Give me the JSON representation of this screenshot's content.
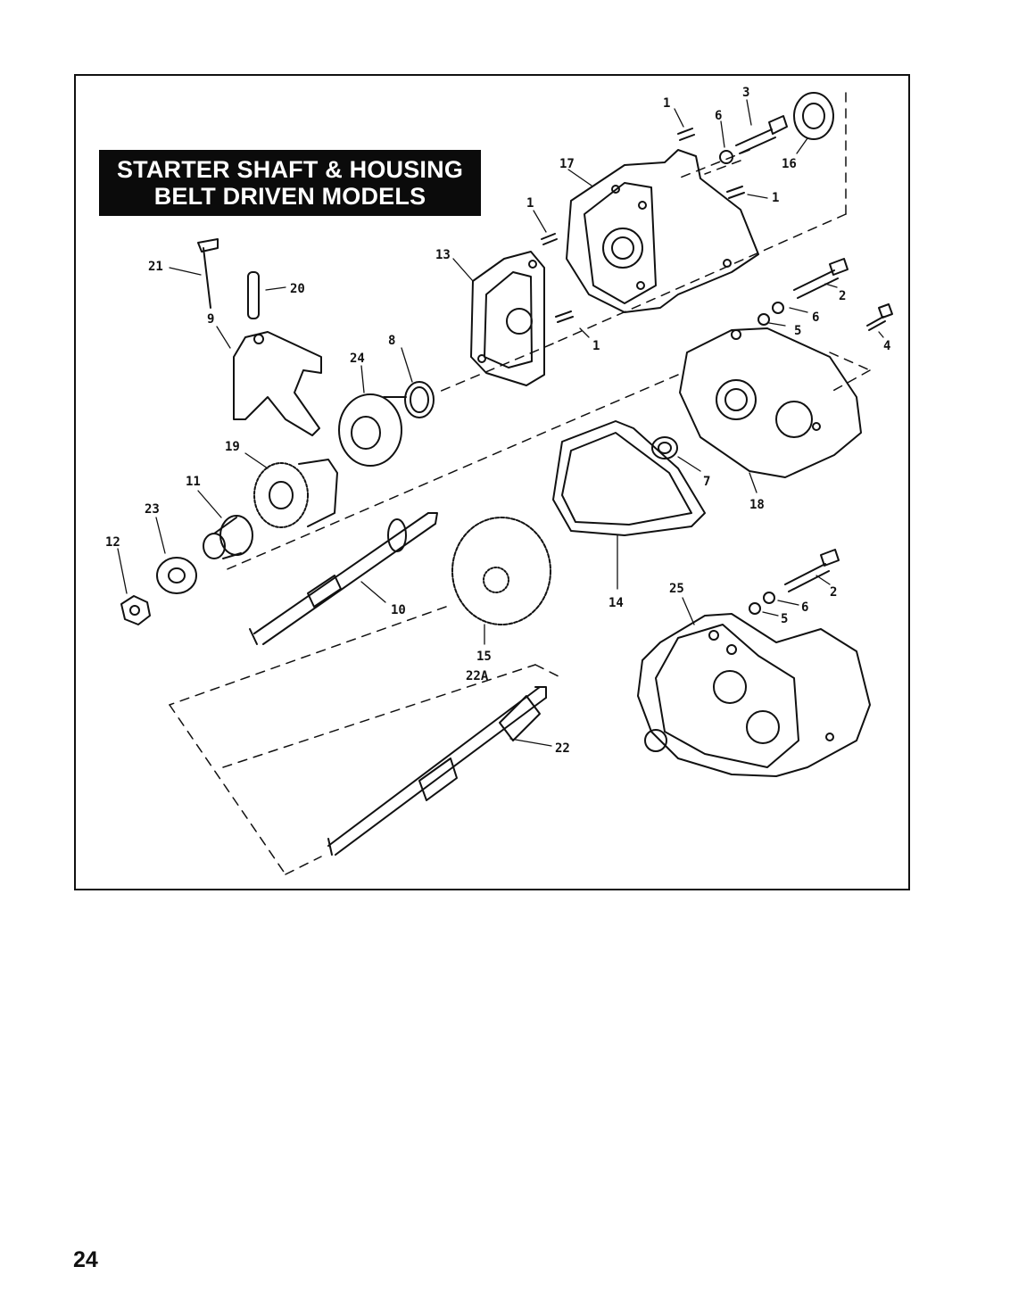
{
  "title": {
    "line1": "STARTER SHAFT & HOUSING",
    "line2": "BELT DRIVEN MODELS"
  },
  "page_number": "24",
  "callouts": [
    {
      "id": "c1a",
      "text": "1"
    },
    {
      "id": "c6a",
      "text": "6"
    },
    {
      "id": "c3",
      "text": "3"
    },
    {
      "id": "c16",
      "text": "16"
    },
    {
      "id": "c17",
      "text": "17"
    },
    {
      "id": "c1b",
      "text": "1"
    },
    {
      "id": "c1c",
      "text": "1"
    },
    {
      "id": "c13",
      "text": "13"
    },
    {
      "id": "c1d",
      "text": "1"
    },
    {
      "id": "c21",
      "text": "21"
    },
    {
      "id": "c20",
      "text": "20"
    },
    {
      "id": "c9",
      "text": "9"
    },
    {
      "id": "c8",
      "text": "8"
    },
    {
      "id": "c24",
      "text": "24"
    },
    {
      "id": "c2a",
      "text": "2"
    },
    {
      "id": "c6b",
      "text": "6"
    },
    {
      "id": "c5a",
      "text": "5"
    },
    {
      "id": "c4",
      "text": "4"
    },
    {
      "id": "c19",
      "text": "19"
    },
    {
      "id": "c11",
      "text": "11"
    },
    {
      "id": "c23",
      "text": "23"
    },
    {
      "id": "c12",
      "text": "12"
    },
    {
      "id": "c7",
      "text": "7"
    },
    {
      "id": "c18",
      "text": "18"
    },
    {
      "id": "c10",
      "text": "10"
    },
    {
      "id": "c14",
      "text": "14"
    },
    {
      "id": "c25",
      "text": "25"
    },
    {
      "id": "c2b",
      "text": "2"
    },
    {
      "id": "c6c",
      "text": "6"
    },
    {
      "id": "c5b",
      "text": "5"
    },
    {
      "id": "c15",
      "text": "15"
    },
    {
      "id": "c22a",
      "text": "22A"
    },
    {
      "id": "c22",
      "text": "22"
    }
  ]
}
